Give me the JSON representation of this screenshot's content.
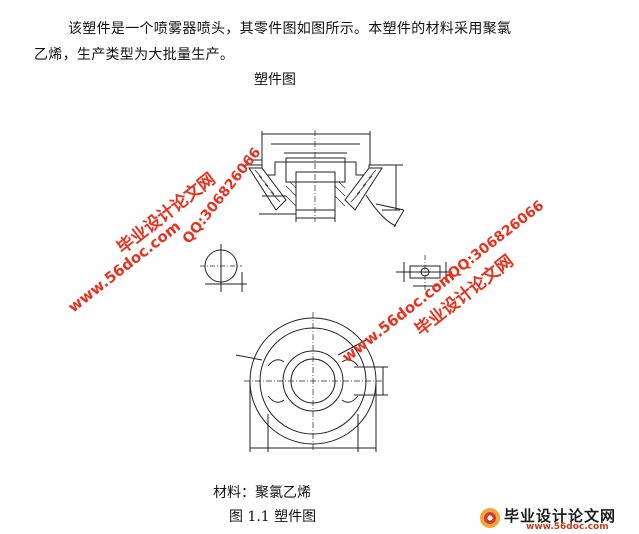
{
  "document": {
    "paragraph_line1": "该塑件是一个喷雾器喷头，其零件图如图所示。本塑件的材料采用聚氯",
    "paragraph_line2": "乙烯，生产类型为大批量生产。",
    "figure_title": "塑件图",
    "material_caption": "材料：聚氯乙烯",
    "figure_caption": "图 1.1  塑件图"
  },
  "watermarks": {
    "site_name": "毕业设计论文网",
    "site_url": "www.56doc.com",
    "qq": "QQ:306826066",
    "color": "#e8311f"
  },
  "corner_logo": {
    "name": "毕业设计论文网",
    "url": "www.56doc.com"
  }
}
